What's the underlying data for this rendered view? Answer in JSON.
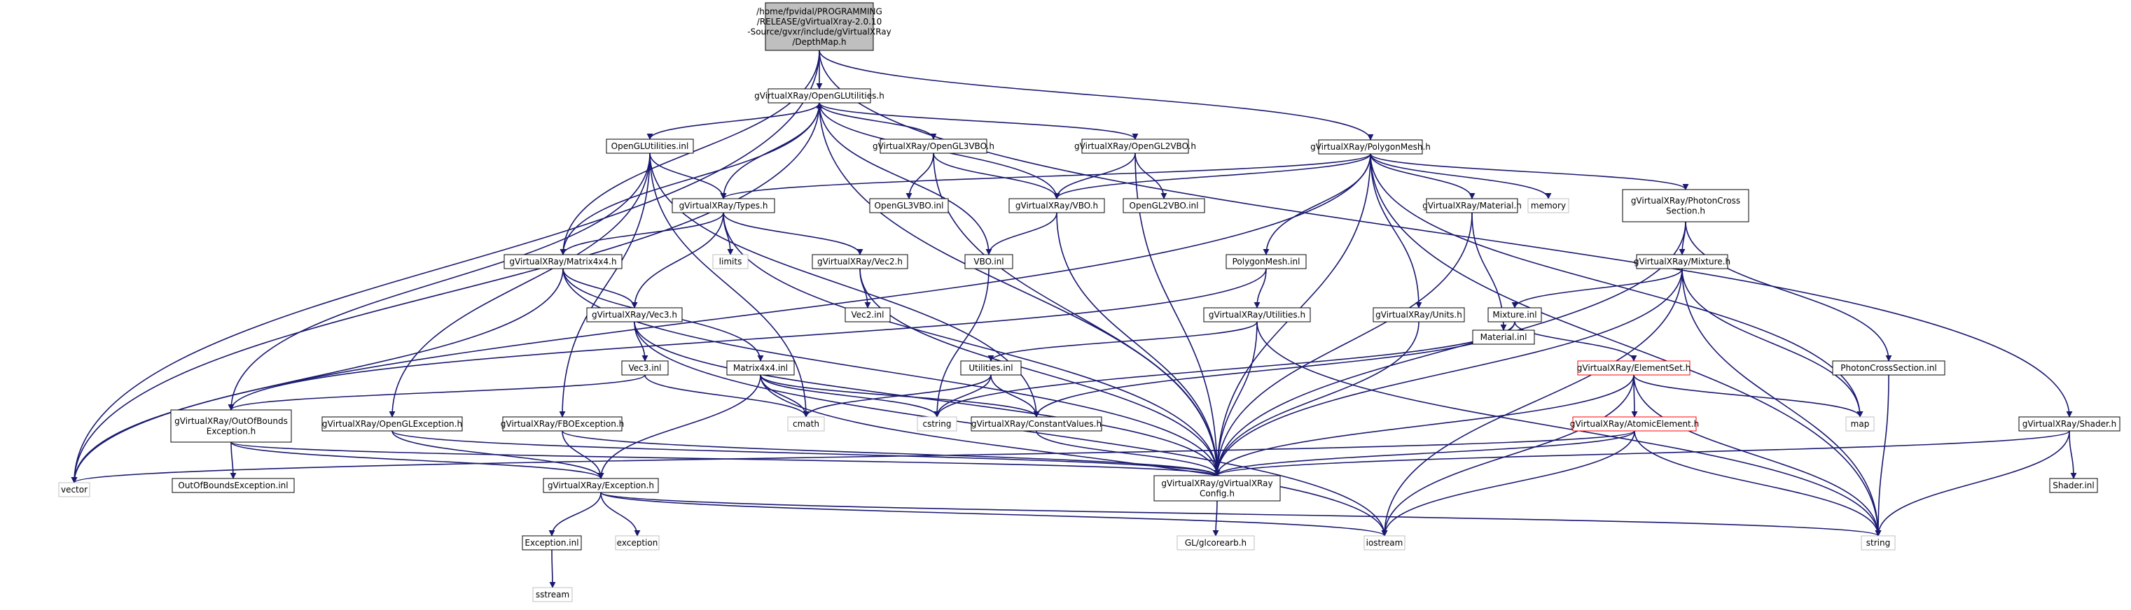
{
  "colors": {
    "root_fill": "#bfbfbf",
    "node_border": "#000000",
    "missing_border": "#bfbfbf",
    "truncated_border": "#ff0000",
    "edge": "#191970",
    "background": "#ffffff"
  },
  "nodes": {
    "root": [
      "/home/fpvidal/PROGRAMMING",
      "/RELEASE/gVirtualXray-2.0.10",
      "-Source/gvxr/include/gVirtualXRay",
      "/DepthMap.h"
    ],
    "opengl_utilities_h": [
      "gVirtualXRay/OpenGLUtilities.h"
    ],
    "vector": [
      "vector"
    ],
    "matrix4x4_h": [
      "gVirtualXRay/Matrix4x4.h"
    ],
    "polygonmesh_h": [
      "gVirtualXRay/PolygonMesh.h"
    ],
    "shader_h": [
      "gVirtualXRay/Shader.h"
    ],
    "opengl_utilities_inl": [
      "OpenGLUtilities.inl"
    ],
    "opengl3vbo_h": [
      "gVirtualXRay/OpenGL3VBO.h"
    ],
    "opengl2vbo_h": [
      "gVirtualXRay/OpenGL2VBO.h"
    ],
    "types_h": [
      "gVirtualXRay/Types.h"
    ],
    "vbo_h": [
      "gVirtualXRay/VBO.h"
    ],
    "opengl3vbo_inl": [
      "OpenGL3VBO.inl"
    ],
    "opengl2vbo_inl": [
      "OpenGL2VBO.inl"
    ],
    "material_h": [
      "gVirtualXRay/Material.h"
    ],
    "memory": [
      "memory"
    ],
    "photoncross_h": [
      "gVirtualXRay/PhotonCross",
      "Section.h"
    ],
    "limits": [
      "limits"
    ],
    "vec2_h": [
      "gVirtualXRay/Vec2.h"
    ],
    "vbo_inl": [
      "VBO.inl"
    ],
    "polygonmesh_inl": [
      "PolygonMesh.inl"
    ],
    "material_inl": [
      "Material.inl"
    ],
    "mixture_h": [
      "gVirtualXRay/Mixture.h"
    ],
    "vec3_h": [
      "gVirtualXRay/Vec3.h"
    ],
    "vec2_inl": [
      "Vec2.inl"
    ],
    "utilities_h": [
      "gVirtualXRay/Utilities.h"
    ],
    "units_h": [
      "gVirtualXRay/Units.h"
    ],
    "mixture_inl": [
      "Mixture.inl"
    ],
    "vec3_inl": [
      "Vec3.inl"
    ],
    "matrix4x4_inl": [
      "Matrix4x4.inl"
    ],
    "utilities_inl": [
      "Utilities.inl"
    ],
    "elementset_h": [
      "gVirtualXRay/ElementSet.h"
    ],
    "photoncross_inl": [
      "PhotonCrossSection.inl"
    ],
    "outofbounds_h": [
      "gVirtualXRay/OutOfBounds",
      "Exception.h"
    ],
    "openglexception_h": [
      "gVirtualXRay/OpenGLException.h"
    ],
    "fboexception_h": [
      "gVirtualXRay/FBOException.h"
    ],
    "cmath": [
      "cmath"
    ],
    "cstring": [
      "cstring"
    ],
    "constantvalues_h": [
      "gVirtualXRay/ConstantValues.h"
    ],
    "map": [
      "map"
    ],
    "atomicelement_h": [
      "gVirtualXRay/AtomicElement.h"
    ],
    "config_h": [
      "gVirtualXRay/gVirtualXRay",
      "Config.h"
    ],
    "outofbounds_inl": [
      "OutOfBoundsException.inl"
    ],
    "exception_h": [
      "gVirtualXRay/Exception.h"
    ],
    "shader_inl": [
      "Shader.inl"
    ],
    "exception_inl": [
      "Exception.inl"
    ],
    "exception": [
      "exception"
    ],
    "gl_glcorearb_h": [
      "GL/glcorearb.h"
    ],
    "iostream": [
      "iostream"
    ],
    "string": [
      "string"
    ],
    "sstream": [
      "sstream"
    ]
  }
}
